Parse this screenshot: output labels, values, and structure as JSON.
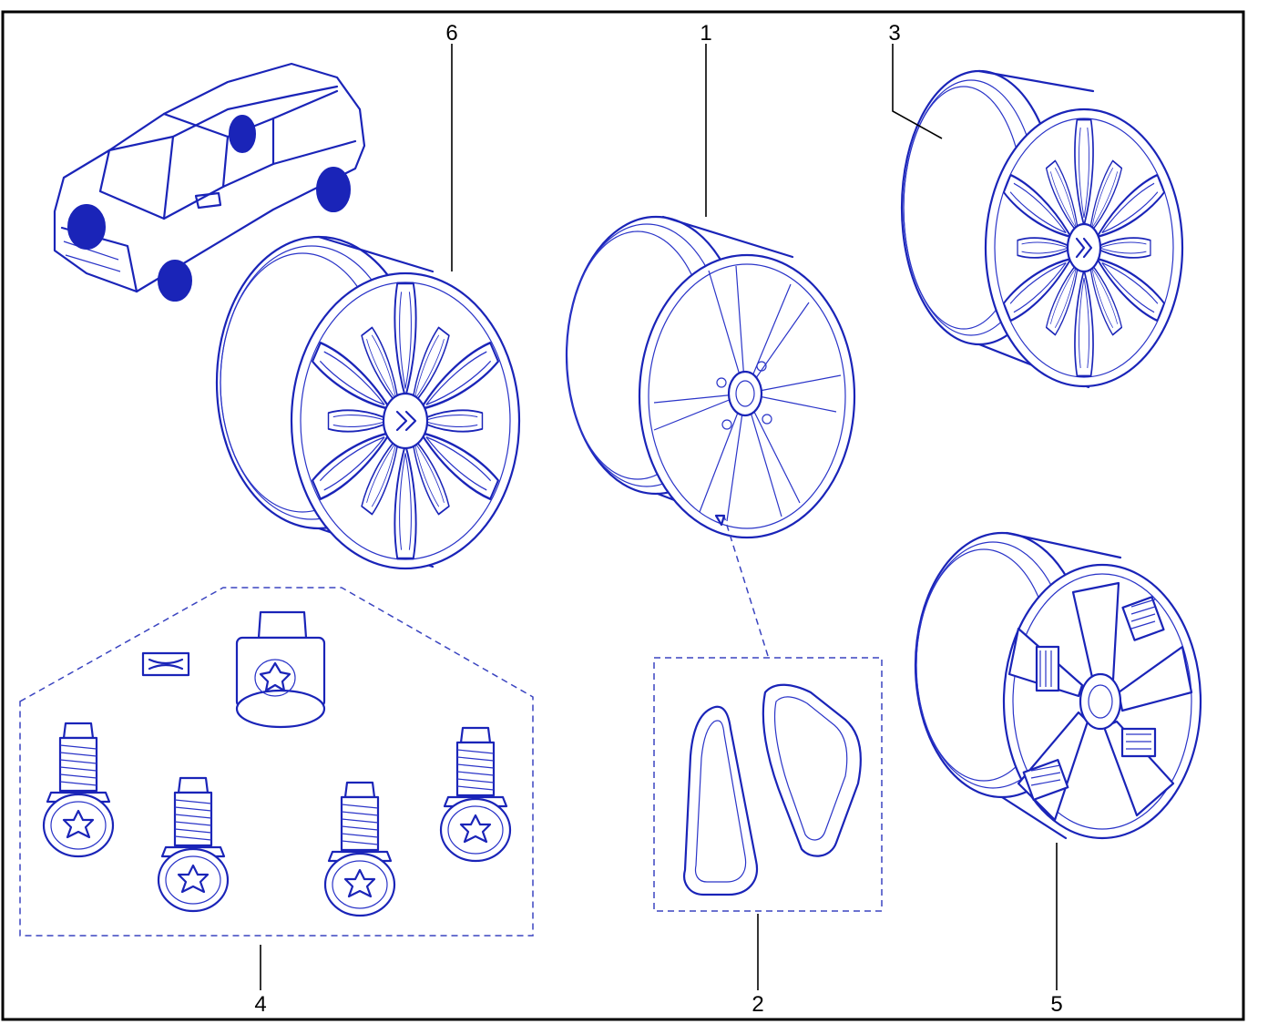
{
  "diagram": {
    "line_color": "#1a24b8",
    "callouts": {
      "c1": "1",
      "c2": "2",
      "c3": "3",
      "c4": "4",
      "c5": "5",
      "c6": "6"
    }
  }
}
